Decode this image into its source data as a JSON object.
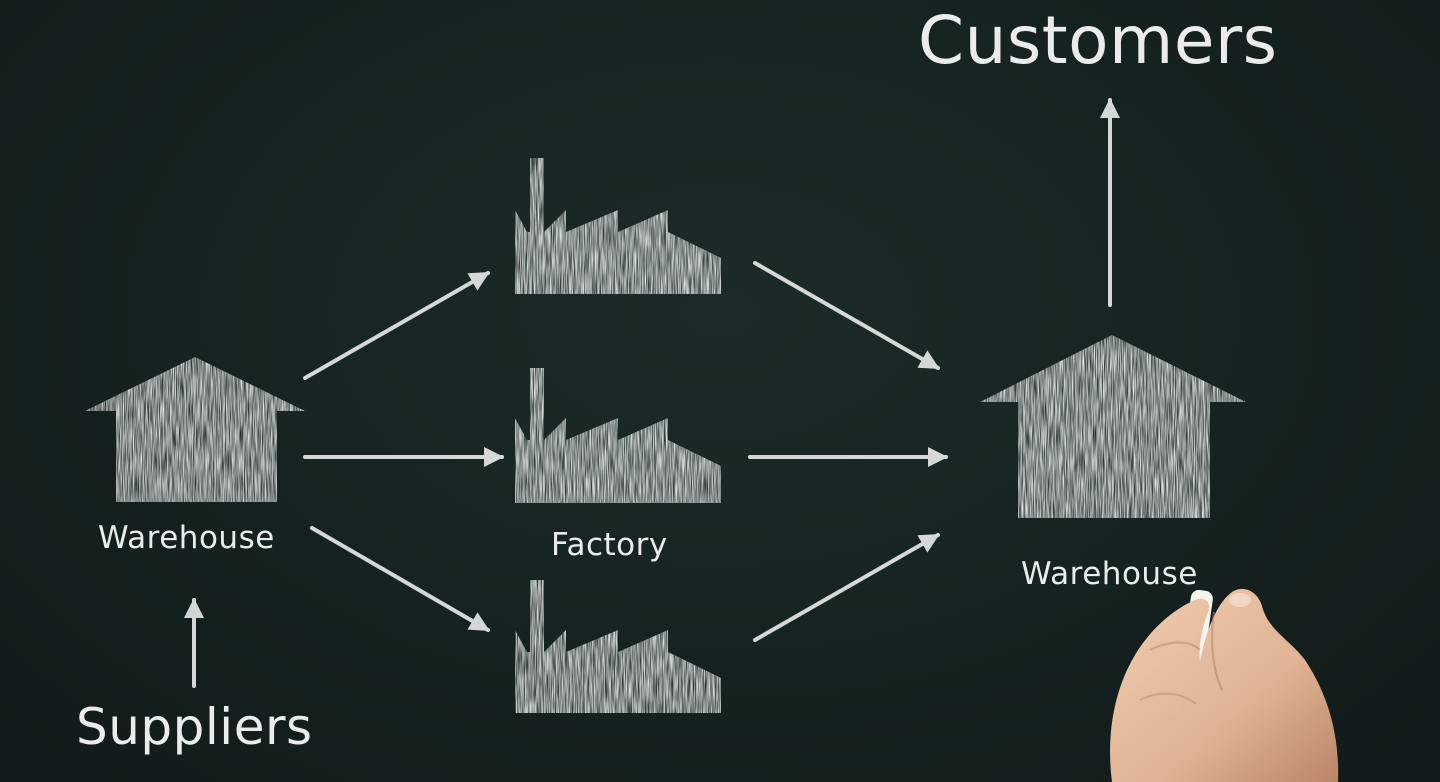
{
  "labels": {
    "customers": "Customers",
    "suppliers": "Suppliers",
    "warehouse_left": "Warehouse",
    "factory": "Factory",
    "warehouse_right": "Warehouse"
  },
  "icons": {
    "warehouse": "warehouse-house-icon",
    "factory": "factory-icon",
    "arrow": "arrow-icon",
    "hand": "hand-holding-chalk"
  },
  "colors": {
    "board": "#16211f",
    "chalk": "#e9ecea",
    "skin": "#e2b896"
  }
}
